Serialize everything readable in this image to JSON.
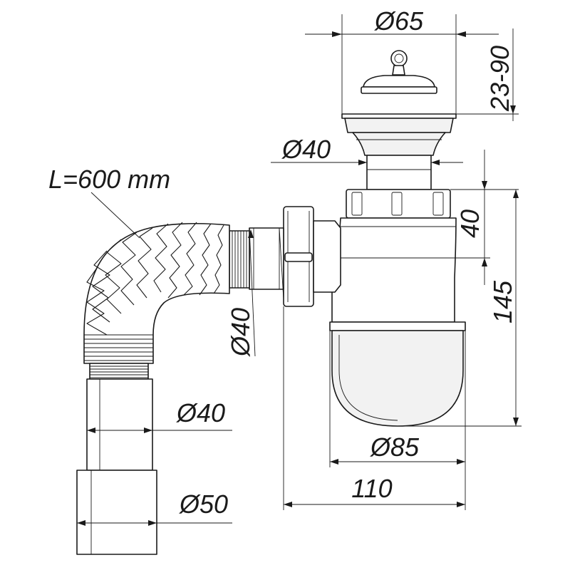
{
  "title": "",
  "hose_length": "L=600 mm",
  "dimensions": {
    "cap_diameter": "Ø65",
    "sink_thickness": "23-90",
    "outlet_diameter": "Ø40",
    "nut_height": "40",
    "side_inlet_diameter": "Ø40",
    "total_height": "145",
    "hose_end_diameter": "Ø40",
    "hose_adapter_diameter": "Ø50",
    "bottle_diameter": "Ø85",
    "total_width": "110"
  },
  "colors": {
    "line": "#1a1a1a",
    "background": "#ffffff",
    "fill": "#f2f2f2"
  }
}
